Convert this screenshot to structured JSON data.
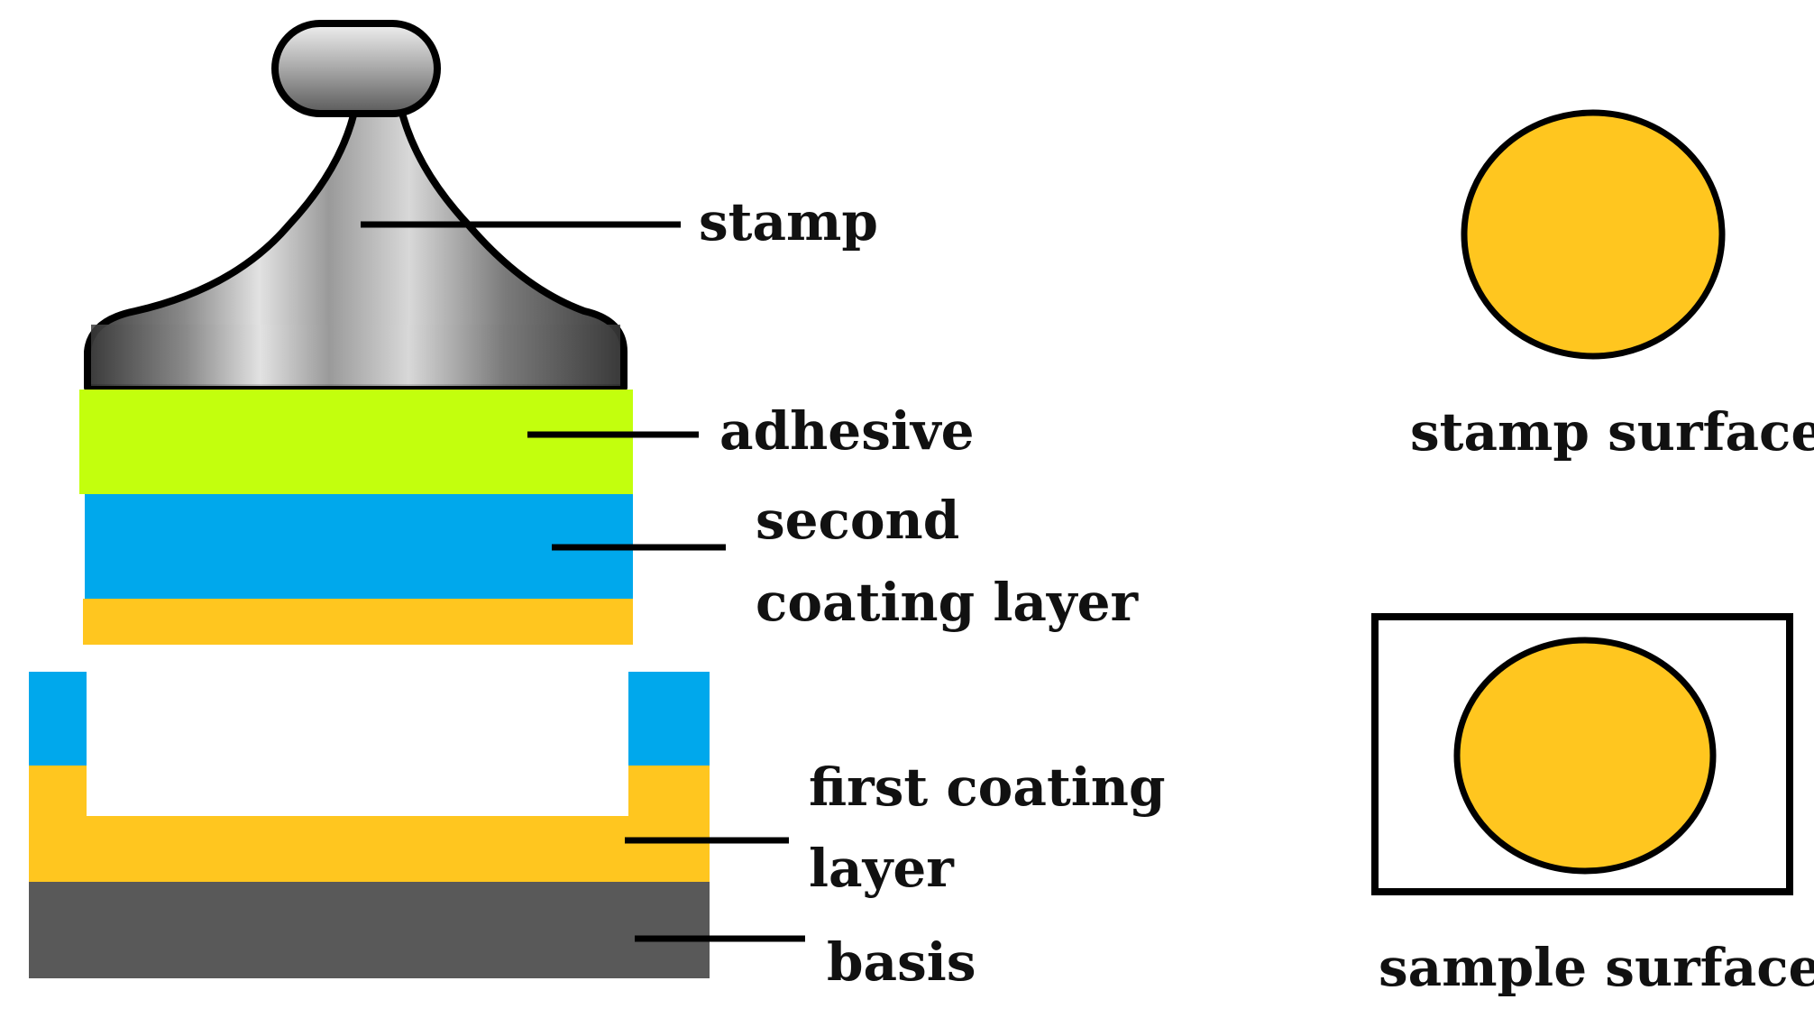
{
  "colors": {
    "adhesive": "#c3ff0d",
    "coating_blue": "#00a8ec",
    "coating_yellow": "#ffc61f",
    "basis": "#595959",
    "stamp_metal": "#8f8f8f",
    "outline": "#000000"
  },
  "labels": {
    "stamp": "stamp",
    "adhesive": "adhesive",
    "second_coating_line1": "second",
    "second_coating_line2": "coating layer",
    "first_coating_line1": "first coating",
    "first_coating_line2": "layer",
    "basis": "basis",
    "stamp_surface": "stamp surface",
    "sample_surface": "sample surface"
  },
  "icons": {
    "stamp": "stamp-icon",
    "stamp_surface": "circle-icon",
    "sample_surface": "circle-in-square-icon"
  }
}
